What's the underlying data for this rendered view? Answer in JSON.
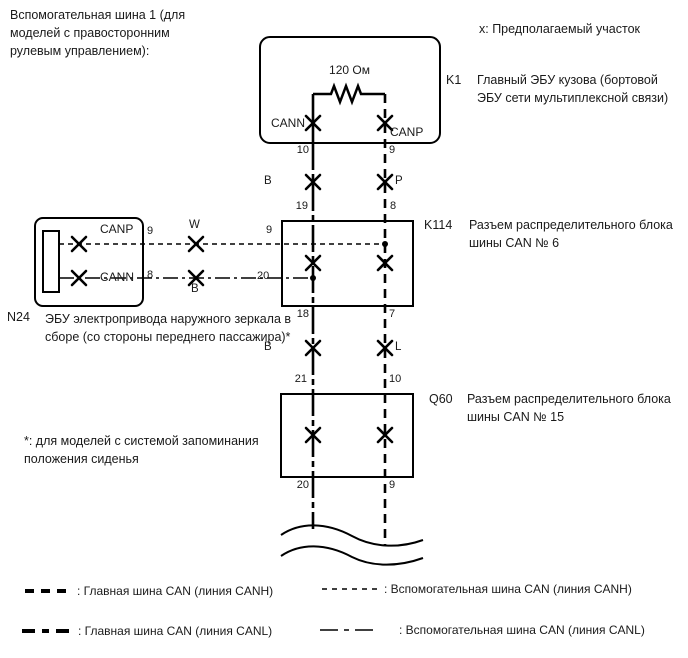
{
  "header": {
    "title": "Вспомогательная шина 1 (для моделей с правосторонним рулевым управлением):",
    "assumed_note": "x: Предполагаемый участок"
  },
  "components": {
    "k1": {
      "id": "K1",
      "desc": "Главный ЭБУ кузова (бортовой ЭБУ сети мультиплексной связи)",
      "resistor_value": "120 Ом",
      "terminal_cann": "CANN",
      "terminal_canp": "CANP",
      "pin_cann": "10",
      "pin_canp": "9"
    },
    "k114": {
      "id": "K114",
      "desc": "Разъем распределительного блока шины CAN № 6",
      "pin_top_left": "19",
      "pin_top_right": "8",
      "pin_bottom_left": "18",
      "pin_bottom_right": "7",
      "pin_side_top": "9",
      "pin_side_bottom": "20"
    },
    "q60": {
      "id": "Q60",
      "desc": "Разъем распределительного блока шины CAN № 15",
      "pin_top_left": "21",
      "pin_top_right": "10",
      "pin_bottom_left": "20",
      "pin_bottom_right": "9"
    },
    "n24": {
      "id": "N24",
      "desc": "ЭБУ электропривода наружного зеркала в сборе (со стороны переднего пассажира)*",
      "terminal_canp": "CANP",
      "terminal_cann": "CANN",
      "pin_canp": "9",
      "pin_cann": "8"
    }
  },
  "wires": {
    "b_upper": "B",
    "p_upper": "P",
    "b_lower": "B",
    "l_lower": "L",
    "w_aux": "W",
    "b_aux": "B"
  },
  "footnote": "*: для моделей с системой запоминания положения сиденья",
  "legend": {
    "main_canh": ": Главная шина CAN (линия CANH)",
    "main_canl": ": Главная шина CAN (линия CANL)",
    "aux_canh": ": Вспомогательная шина CAN (линия CANH)",
    "aux_canl": ": Вспомогательная шина CAN (линия CANL)"
  },
  "colors": {
    "line": "#000000",
    "text": "#1a1a1a",
    "background": "#ffffff"
  }
}
